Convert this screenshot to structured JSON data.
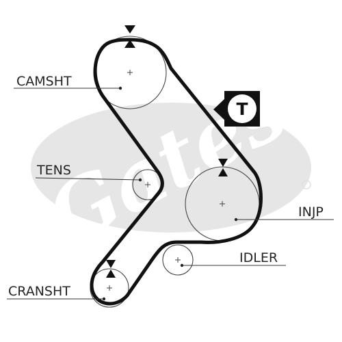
{
  "labels": {
    "camshaft": "CAMSHT",
    "tensioner": "TENS",
    "injection_pump": "INJP",
    "idler": "IDLER",
    "crankshaft": "CRANSHT"
  },
  "watermark": {
    "logo_text": "Gates"
  },
  "badge": {
    "letter": "T"
  },
  "colors": {
    "belt": "#111111",
    "watermark": "#e6e6e6",
    "line": "#333333",
    "text": "#222222"
  }
}
